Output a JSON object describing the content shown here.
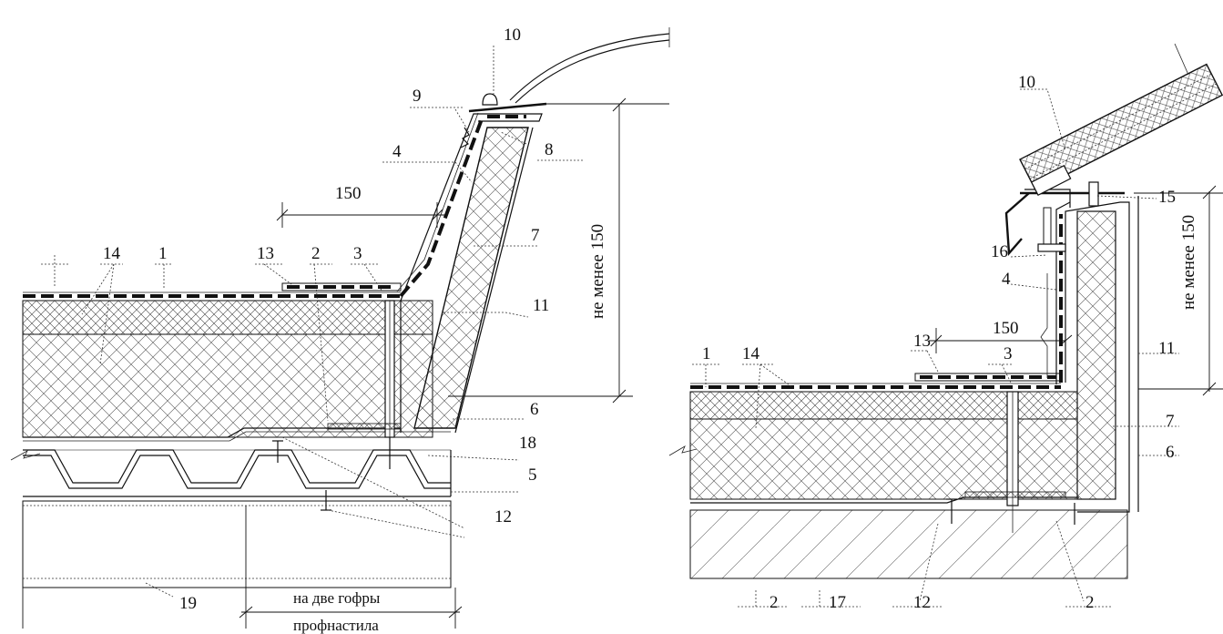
{
  "left_detail": {
    "labels": {
      "n1": "1",
      "n2": "2",
      "n3": "3",
      "n4": "4",
      "n5": "5",
      "n6": "6",
      "n7": "7",
      "n8": "8",
      "n9": "9",
      "n10": "10",
      "n11": "11",
      "n12": "12",
      "n13": "13",
      "n14": "14",
      "n18": "18",
      "n19": "19"
    },
    "dim_150": "150",
    "dim_min_height": "не менее 150",
    "note_line1": "на две гофры",
    "note_line2": "профнастила"
  },
  "right_detail": {
    "labels": {
      "n1": "1",
      "n2a": "2",
      "n2b": "2",
      "n3": "3",
      "n4": "4",
      "n6": "6",
      "n7": "7",
      "n10": "10",
      "n11": "11",
      "n12": "12",
      "n13": "13",
      "n14": "14",
      "n15": "15",
      "n16": "16",
      "n17": "17"
    },
    "dim_150": "150",
    "dim_min_height": "не менее 150"
  }
}
